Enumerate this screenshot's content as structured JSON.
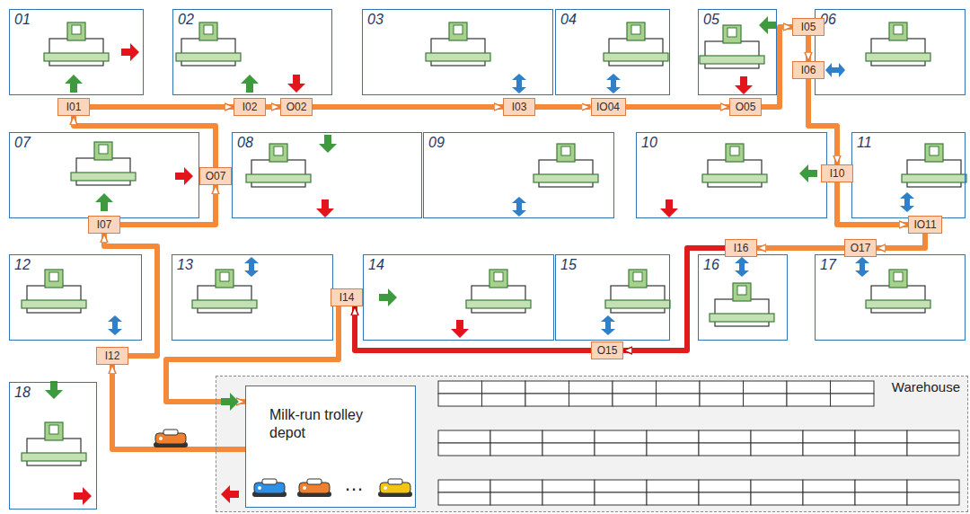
{
  "diagram": {
    "nodes": [
      {
        "text": [
          "01"
        ]
      },
      {
        "text": [
          "02"
        ]
      },
      {
        "text": [
          "03"
        ]
      },
      {
        "text": [
          "04"
        ]
      },
      {
        "text": [
          "05"
        ]
      },
      {
        "text": [
          "06"
        ]
      },
      {
        "text": [
          "07"
        ]
      },
      {
        "text": [
          "08"
        ]
      },
      {
        "text": [
          "09"
        ]
      },
      {
        "text": [
          "10"
        ]
      },
      {
        "text": [
          "11"
        ]
      },
      {
        "text": [
          "12"
        ]
      },
      {
        "text": [
          "13"
        ]
      },
      {
        "text": [
          "14"
        ]
      },
      {
        "text": [
          "15"
        ]
      },
      {
        "text": [
          "16"
        ]
      },
      {
        "text": [
          "17"
        ]
      },
      {
        "text": [
          "18"
        ]
      },
      {
        "text": [
          "I01"
        ]
      },
      {
        "text": [
          "I02"
        ]
      },
      {
        "text": [
          "O02"
        ]
      },
      {
        "text": [
          "I03"
        ]
      },
      {
        "text": [
          "IO04"
        ]
      },
      {
        "text": [
          "O05"
        ]
      },
      {
        "text": [
          "I05"
        ]
      },
      {
        "text": [
          "I06"
        ]
      },
      {
        "text": [
          "O07"
        ]
      },
      {
        "text": [
          "I07"
        ]
      },
      {
        "text": [
          "I10"
        ]
      },
      {
        "text": [
          "IO11"
        ]
      },
      {
        "text": [
          "I16"
        ]
      },
      {
        "text": [
          "O17"
        ]
      },
      {
        "text": [
          "I12"
        ]
      },
      {
        "text": [
          "I14"
        ]
      },
      {
        "text": [
          "O15"
        ]
      },
      {
        "text": [
          "Warehouse"
        ]
      },
      {
        "text": [
          "Milk-run trolley depot"
        ],
        "in": 35
      }
    ],
    "edges": [
      {
        "from": 36,
        "to": 32,
        "arrow": "to"
      },
      {
        "from": 32,
        "to": 27,
        "arrow": "to"
      },
      {
        "from": 27,
        "to": 26,
        "arrow": "to"
      },
      {
        "from": 26,
        "to": 18,
        "arrow": "to"
      },
      {
        "from": 18,
        "to": 19,
        "arrow": "to"
      },
      {
        "from": 19,
        "to": 20,
        "arrow": "to"
      },
      {
        "from": 20,
        "to": 21,
        "arrow": "to"
      },
      {
        "from": 21,
        "to": 22,
        "arrow": "to"
      },
      {
        "from": 22,
        "to": 23,
        "arrow": "to"
      },
      {
        "from": 23,
        "to": 24,
        "arrow": "to"
      },
      {
        "from": 24,
        "to": 25,
        "arrow": "to"
      },
      {
        "from": 25,
        "to": 28,
        "arrow": "to"
      },
      {
        "from": 28,
        "to": 29,
        "arrow": "to"
      },
      {
        "from": 29,
        "to": 31,
        "arrow": "to"
      },
      {
        "from": 31,
        "to": 30,
        "arrow": "to"
      },
      {
        "from": 30,
        "to": 34,
        "arrow": "to"
      },
      {
        "from": 34,
        "to": 33,
        "arrow": "to"
      },
      {
        "from": 33,
        "to": 36,
        "arrow": "to"
      }
    ],
    "labels": [
      "…"
    ]
  }
}
